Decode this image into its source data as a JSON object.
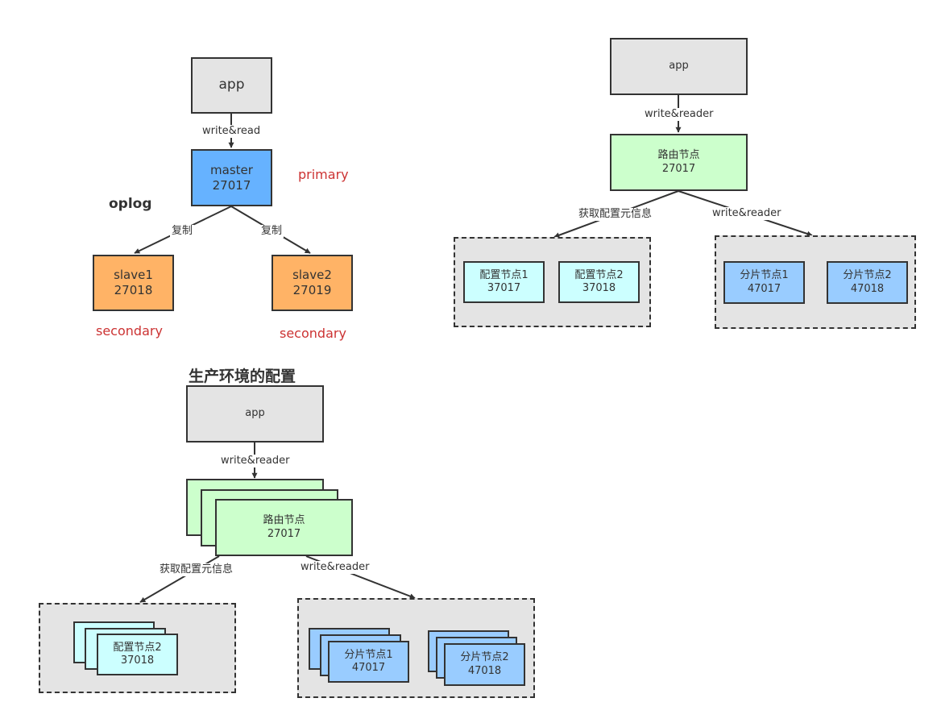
{
  "d1": {
    "app": "app",
    "edge_app_master": "write&read",
    "master": {
      "name": "master",
      "port": "27017"
    },
    "primary": "primary",
    "oplog": "oplog",
    "copy_left": "复制",
    "copy_right": "复制",
    "slave1": {
      "name": "slave1",
      "port": "27018"
    },
    "slave2": {
      "name": "slave2",
      "port": "27019"
    },
    "secondary_left": "secondary",
    "secondary_right": "secondary"
  },
  "d2": {
    "app": "app",
    "edge_app_router": "write&reader",
    "router": {
      "name": "路由节点",
      "port": "27017"
    },
    "edge_config": "获取配置元信息",
    "edge_shard": "write&reader",
    "config1": {
      "name": "配置节点1",
      "port": "37017"
    },
    "config2": {
      "name": "配置节点2",
      "port": "37018"
    },
    "shard1": {
      "name": "分片节点1",
      "port": "47017"
    },
    "shard2": {
      "name": "分片节点2",
      "port": "47018"
    }
  },
  "d3": {
    "title": "生产环境的配置",
    "app": "app",
    "edge_app_router": "write&reader",
    "router": {
      "name": "路由节点",
      "port": "27017"
    },
    "edge_config": "获取配置元信息",
    "edge_shard": "write&reader",
    "config": {
      "name": "配置节点2",
      "port": "37018"
    },
    "shard1": {
      "name": "分片节点1",
      "port": "47017"
    },
    "shard2": {
      "name": "分片节点2",
      "port": "47018"
    }
  },
  "colors": {
    "border": "#333333",
    "gray_fill": "#e4e4e4",
    "master_fill": "#66b2ff",
    "slave_fill": "#ffb366",
    "router_fill": "#ccffcc",
    "config_fill": "#ccffff",
    "shard_fill": "#99ccff",
    "role_text": "#cc3333"
  }
}
